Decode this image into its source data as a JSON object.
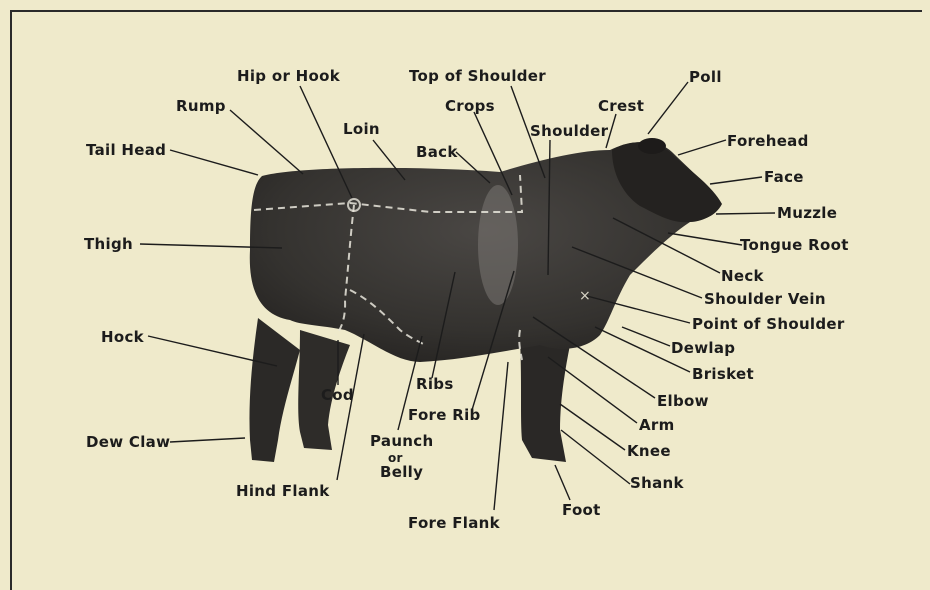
{
  "labels": {
    "hip": "Hip or Hook",
    "top_shoulder": "Top of Shoulder",
    "poll": "Poll",
    "rump": "Rump",
    "crops": "Crops",
    "crest": "Crest",
    "loin": "Loin",
    "shoulder": "Shoulder",
    "tail_head": "Tail Head",
    "back": "Back",
    "forehead": "Forehead",
    "face": "Face",
    "muzzle": "Muzzle",
    "thigh": "Thigh",
    "tongue_root": "Tongue Root",
    "neck": "Neck",
    "shoulder_vein": "Shoulder Vein",
    "point_shoulder": "Point of Shoulder",
    "hock": "Hock",
    "dewlap": "Dewlap",
    "brisket": "Brisket",
    "cod": "Cod",
    "ribs": "Ribs",
    "elbow": "Elbow",
    "fore_rib": "Fore Rib",
    "arm": "Arm",
    "dew_claw": "Dew Claw",
    "paunch_1": "Paunch",
    "paunch_2": "or",
    "paunch_3": "Belly",
    "knee": "Knee",
    "shank": "Shank",
    "hind_flank": "Hind Flank",
    "foot": "Foot",
    "fore_flank": "Fore Flank"
  }
}
